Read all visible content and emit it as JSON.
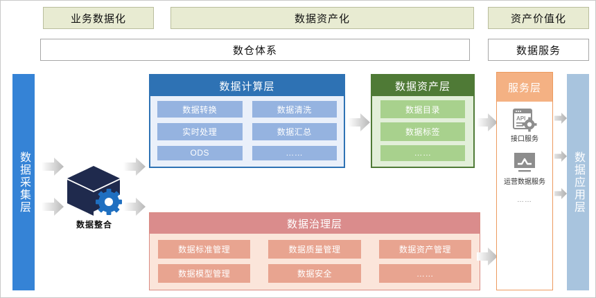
{
  "top_banners": [
    {
      "label": "业务数据化"
    },
    {
      "label": "数据资产化"
    },
    {
      "label": "资产价值化"
    }
  ],
  "sub_bars": [
    {
      "label": "数仓体系"
    },
    {
      "label": "数据服务"
    }
  ],
  "pillars": {
    "collect": {
      "label": "数据采集层",
      "color": "#3583d6"
    },
    "application": {
      "label": "数据应用层",
      "color": "#a8c4de"
    }
  },
  "integration": {
    "caption": "数据整合",
    "icon": "cube-gear-icon",
    "cube_color": "#1f2a4d",
    "gear_color": "#1f6fc0"
  },
  "layers": {
    "compute": {
      "title": "数据计算层",
      "header_color": "#2e72b4",
      "body_color": "#eaf0fa",
      "item_color": "#95b3e0",
      "items": [
        "数据转换",
        "数据清洗",
        "实时处理",
        "数据汇总",
        "ODS",
        "……"
      ]
    },
    "asset": {
      "title": "数据资产层",
      "header_color": "#4f7a36",
      "body_color": "#e2efd9",
      "item_color": "#a8d18d",
      "items": [
        "数据目录",
        "数据标签",
        "……"
      ]
    },
    "governance": {
      "title": "数据治理层",
      "header_color": "#da8c8c",
      "body_color": "#fbe5da",
      "item_color": "#e8a490",
      "items": [
        "数据标准管理",
        "数据质量管理",
        "数据资产管理",
        "数据模型管理",
        "数据安全",
        "……"
      ]
    },
    "service": {
      "title": "服务层",
      "header_color": "#f4b183",
      "items": [
        {
          "label": "接口服务",
          "icon": "api-window-gear-icon"
        },
        {
          "label": "运营数据服务",
          "icon": "monitor-chart-icon"
        }
      ],
      "more": "……"
    }
  },
  "arrow_color": "#bfbfbf"
}
